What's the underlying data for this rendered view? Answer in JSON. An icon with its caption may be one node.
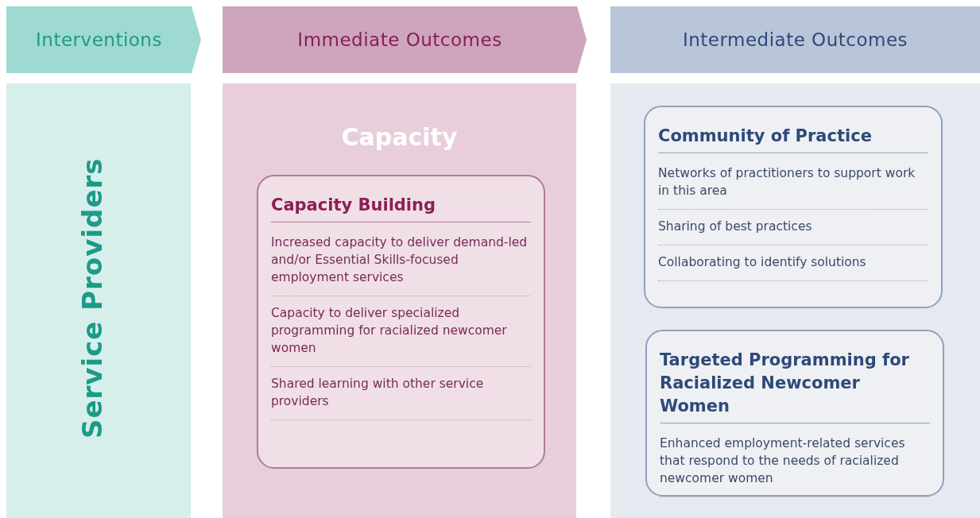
{
  "diagram": {
    "nodes": [
      {
        "text": [
          "Interventions"
        ]
      },
      {
        "text": [
          "Immediate Outcomes"
        ]
      },
      {
        "text": [
          "Intermediate Outcomes"
        ]
      },
      {
        "text": [
          "Service Providers"
        ]
      },
      {
        "text": [
          "Capacity"
        ]
      },
      {
        "text": [
          "Capacity Building",
          "Increased capacity to deliver demand-led and/or Essential Skills-focused employment services",
          "Capacity to deliver specialized programming for racialized newcomer women",
          "Shared learning with other service providers"
        ],
        "in": 4
      },
      {
        "text": [],
        "shape": "box"
      },
      {
        "text": [
          "Community of Practice",
          "Networks of practitioners to support work in this area",
          "Sharing of best practices",
          "Collaborating to identify solutions"
        ],
        "in": 6
      },
      {
        "text": [
          "Targeted Programming for Racialized Newcomer Women",
          "Enhanced employment-related services that respond to the needs of racialized newcomer women"
        ],
        "in": 6
      }
    ]
  }
}
